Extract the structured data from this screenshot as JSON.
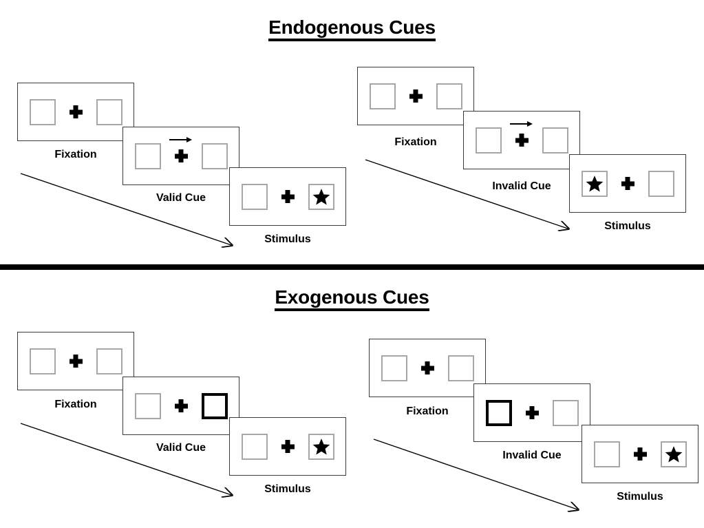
{
  "figure": {
    "title_top": "Endogenous Cues",
    "title_bottom": "Exogenous Cues"
  },
  "sections": [
    {
      "id": "endogenous",
      "title": "Endogenous Cues",
      "sequences": [
        {
          "id": "endogenous-valid",
          "frames": [
            {
              "caption": "Fixation",
              "left_slot": "empty",
              "right_slot": "empty",
              "cue": "none",
              "arrow": "none"
            },
            {
              "caption": "Valid Cue",
              "left_slot": "empty",
              "right_slot": "empty",
              "cue": "none",
              "arrow": "right"
            },
            {
              "caption": "Stimulus",
              "left_slot": "empty",
              "right_slot": "star",
              "cue": "none",
              "arrow": "none"
            }
          ]
        },
        {
          "id": "endogenous-invalid",
          "frames": [
            {
              "caption": "Fixation",
              "left_slot": "empty",
              "right_slot": "empty",
              "cue": "none",
              "arrow": "none"
            },
            {
              "caption": "Invalid Cue",
              "left_slot": "empty",
              "right_slot": "empty",
              "cue": "none",
              "arrow": "right"
            },
            {
              "caption": "Stimulus",
              "left_slot": "star",
              "right_slot": "empty",
              "cue": "none",
              "arrow": "none"
            }
          ]
        }
      ]
    },
    {
      "id": "exogenous",
      "title": "Exogenous Cues",
      "sequences": [
        {
          "id": "exogenous-valid",
          "frames": [
            {
              "caption": "Fixation",
              "left_slot": "empty",
              "right_slot": "empty",
              "cue": "none",
              "arrow": "none"
            },
            {
              "caption": "Valid Cue",
              "left_slot": "empty",
              "right_slot": "empty",
              "cue": "right",
              "arrow": "none"
            },
            {
              "caption": "Stimulus",
              "left_slot": "empty",
              "right_slot": "star",
              "cue": "none",
              "arrow": "none"
            }
          ]
        },
        {
          "id": "exogenous-invalid",
          "frames": [
            {
              "caption": "Fixation",
              "left_slot": "empty",
              "right_slot": "empty",
              "cue": "none",
              "arrow": "none"
            },
            {
              "caption": "Invalid Cue",
              "left_slot": "empty",
              "right_slot": "empty",
              "cue": "left",
              "arrow": "none"
            },
            {
              "caption": "Stimulus",
              "left_slot": "empty",
              "right_slot": "star",
              "cue": "none",
              "arrow": "none"
            }
          ]
        }
      ]
    },
    {
      "id": "divider",
      "title": ""
    }
  ],
  "labels": {
    "fixation": "Fixation",
    "valid_cue": "Valid Cue",
    "invalid_cue": "Invalid Cue",
    "stimulus": "Stimulus"
  },
  "icons": {
    "fixation_cross": "plus-cross-icon",
    "target": "star-icon",
    "direction_cue": "right-arrow-icon",
    "time_flow": "diagonal-flow-arrow-icon"
  },
  "colors": {
    "ink": "#000000",
    "frame_border": "#3a3a3a",
    "slot_border": "#a6a6a6",
    "cued_slot_border": "#000000",
    "background": "#ffffff"
  }
}
